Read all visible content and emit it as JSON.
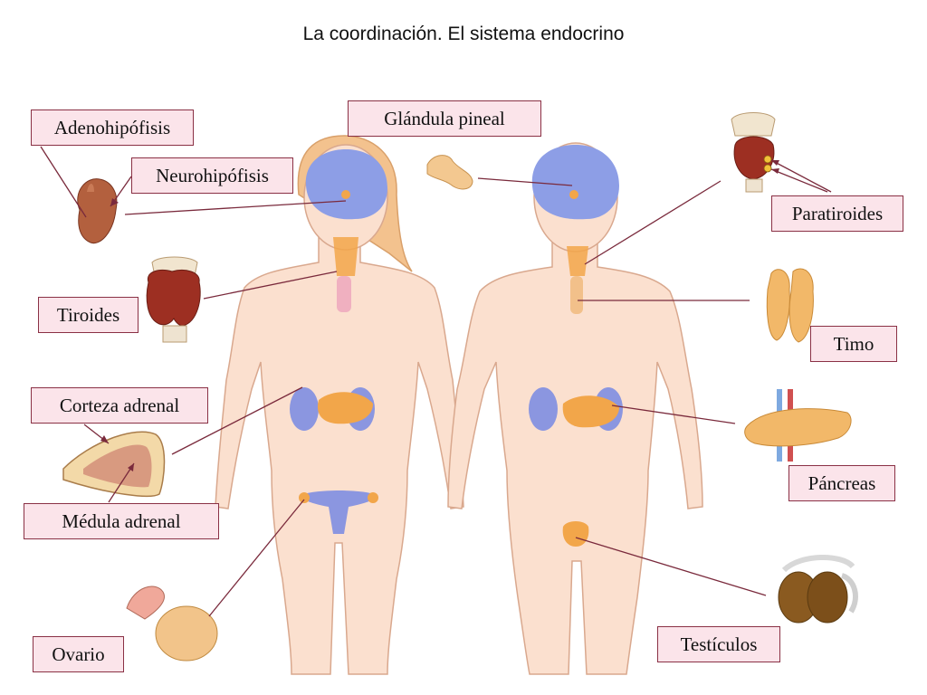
{
  "title": "La coordinación. El sistema endocrino",
  "labels": {
    "adenohipofisis": "Adenohipófisis",
    "neurohipofisis": "Neurohipófisis",
    "glandula_pineal": "Glándula pineal",
    "paratiroides": "Paratiroides",
    "tiroides": "Tiroides",
    "timo": "Timo",
    "corteza_adrenal": "Corteza adrenal",
    "medula_adrenal": "Médula adrenal",
    "pancreas": "Páncreas",
    "ovario": "Ovario",
    "testiculos": "Testículos"
  },
  "colors": {
    "label_fill": "#fbe4ea",
    "label_border": "#8a3145",
    "leader_line": "#7a2a3c",
    "skin": "#fbe0cf",
    "brain": "#8d9ee6",
    "gland": "#f2a64a",
    "kidney": "#8b96e0"
  }
}
